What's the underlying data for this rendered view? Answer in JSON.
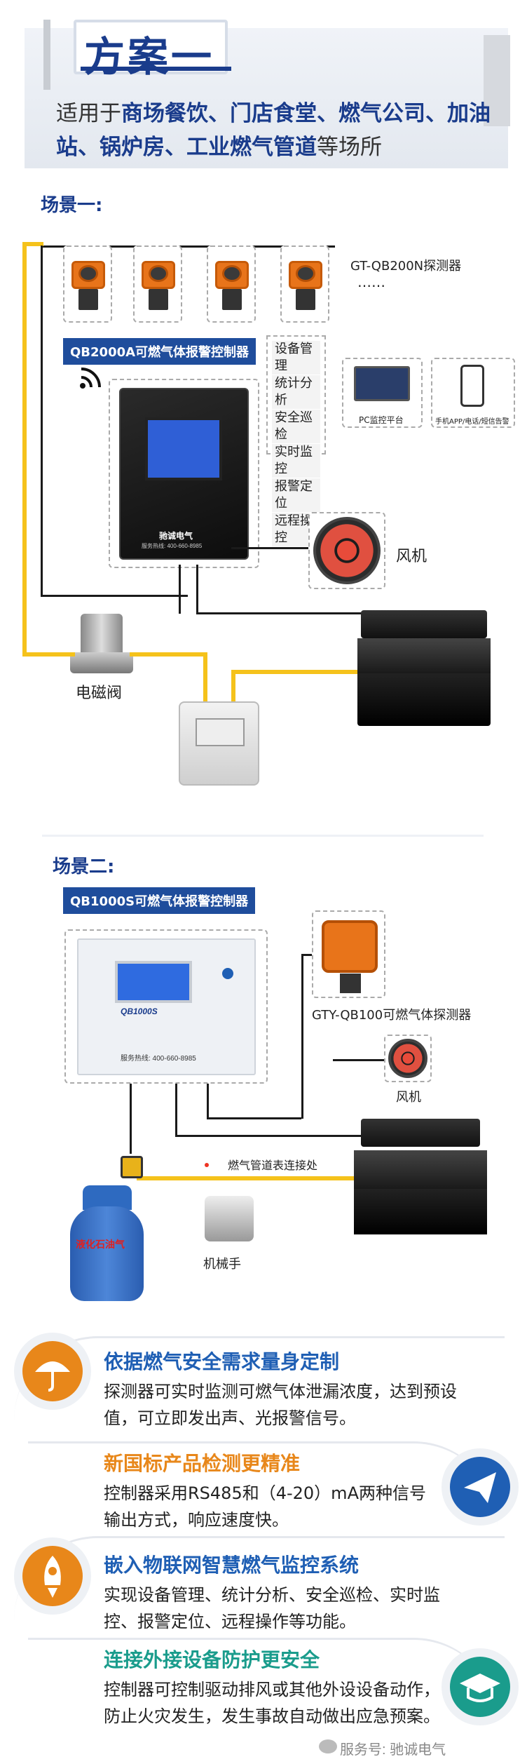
{
  "header": {
    "title": "方案一",
    "desc_prefix": "适用于",
    "desc_bold_1": "商场餐饮、门店食堂、燃气公司、加油站、锅炉房、工业燃气管道",
    "desc_suffix": "等场所"
  },
  "scene1": {
    "label": "场景一:",
    "detector_label": "GT-QB200N探测器",
    "ellipsis": "……",
    "controller_label": "QB2000A可燃气体报警控制器",
    "functions": [
      "设备管理",
      "统计分析",
      "安全巡检",
      "实时监控",
      "报警定位",
      "远程操控"
    ],
    "pc_label": "PC监控平台",
    "app_label": "手机APP/电话/短信告警",
    "fan_label": "风机",
    "valve_label": "电磁阀",
    "brand": "驰诚电气",
    "hotline": "服务热线: 400-660-8985"
  },
  "scene2": {
    "label": "场景二:",
    "controller_label": "QB1000S可燃气体报警控制器",
    "lcd_model": "QB1000S",
    "hotline": "服务热线: 400-660-8985",
    "detector_label": "GTY-QB100可燃气体探测器",
    "fan_label": "风机",
    "pipe_label": "燃气管道表连接处",
    "tank_label": "液化石油气",
    "manipulator_label": "机械手"
  },
  "features": [
    {
      "title": "依据燃气安全需求量身定制",
      "body": "探测器可实时监测可燃气体泄漏浓度，达到预设值，可立即发出声、光报警信号。",
      "color": "#1f5fb4",
      "icon": "umbrella-icon"
    },
    {
      "title": "新国标产品检测更精准",
      "body": "控制器采用RS485和（4-20）mA两种信号输出方式，响应速度快。",
      "color": "#e8871a",
      "icon": "paper-plane-icon"
    },
    {
      "title": "嵌入物联网智慧燃气监控系统",
      "body": "实现设备管理、统计分析、安全巡检、实时监控、报警定位、远程操作等功能。",
      "color": "#1f5fb4",
      "icon": "rocket-icon"
    },
    {
      "title": "连接外接设备防护更安全",
      "body": "控制器可控制驱动排风或其他外设设备动作，防止火灾发生，发生事故自动做出应急预案。",
      "color": "#1a9c8c",
      "icon": "graduation-cap-icon"
    }
  ],
  "footer": {
    "watermark": "服务号: 驰诚电气"
  },
  "colors": {
    "brand_blue": "#1a3c8c",
    "wire_yellow": "#f5c21b",
    "orange": "#e8871a",
    "teal": "#1a9c8c"
  }
}
